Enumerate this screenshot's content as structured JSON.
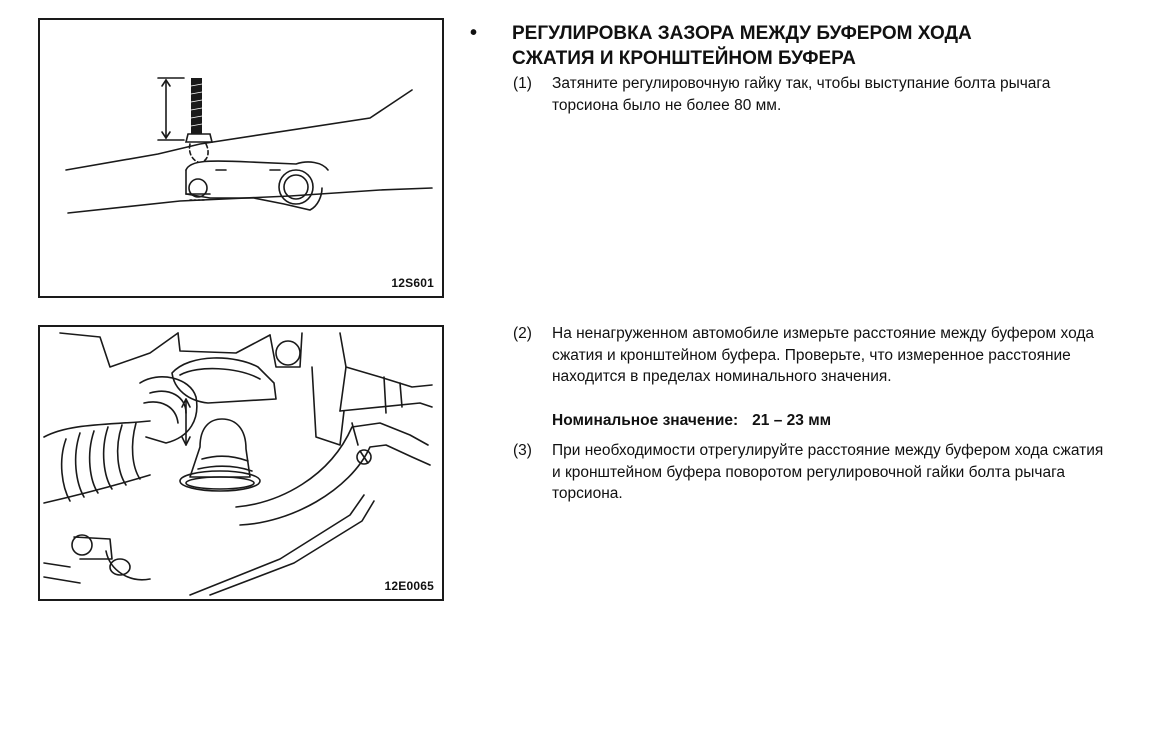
{
  "heading": {
    "bullet": "•",
    "title_line1": "РЕГУЛИРОВКА ЗАЗОРА МЕЖДУ БУФЕРОМ ХОДА",
    "title_line2": "СЖАТИЯ И КРОНШТЕЙНОМ БУФЕРА"
  },
  "figures": [
    {
      "code": "12S601"
    },
    {
      "code": "12E0065"
    }
  ],
  "steps": [
    {
      "number": "(1)",
      "text": "Затяните регулировочную гайку так, чтобы выступание болта рычага торсиона было не более 80 мм."
    },
    {
      "number": "(2)",
      "text": "На ненагруженном автомобиле измерьте расстояние между буфером хода сжатия и кронштейном буфера. Проверьте, что измеренное расстояние находится в пределах номинального значения."
    },
    {
      "number": "(3)",
      "text": "При необходимости отрегулируйте расстояние между буфером хода сжатия и кронштейном буфера поворотом регулировочной гайки болта рычага торсиона."
    }
  ],
  "nominal": {
    "label": "Номинальное значение:",
    "value": "21 – 23 мм"
  }
}
